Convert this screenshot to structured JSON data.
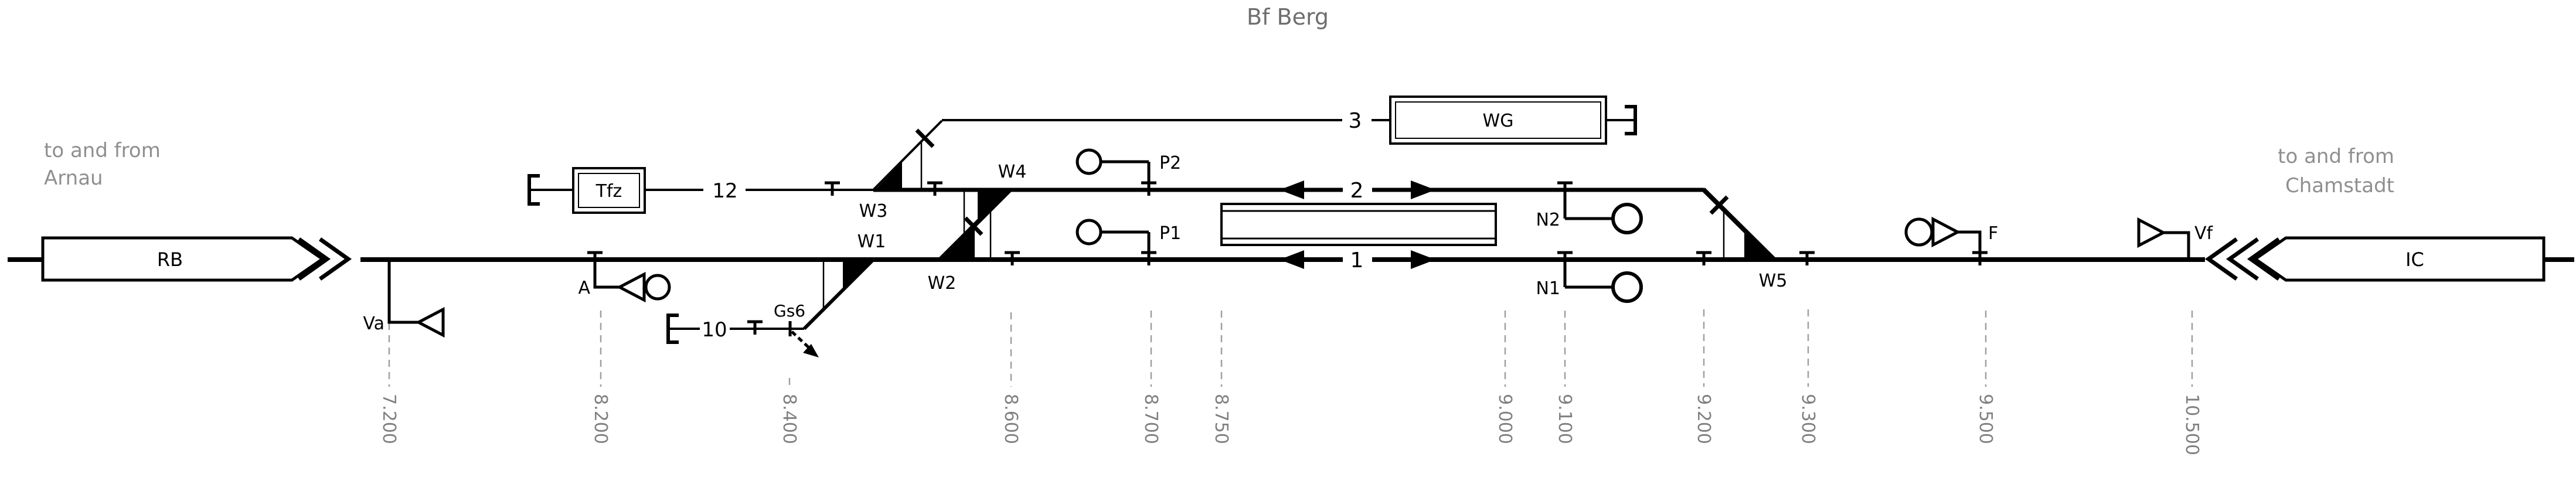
{
  "title": "Bf Berg",
  "notes": {
    "left1": "to and from",
    "left2": "Arnau",
    "right1": "to and from",
    "right2": "Chamstadt"
  },
  "trains": {
    "rb_label": "RB",
    "ic_label": "IC"
  },
  "facilities": {
    "tfz_label": "Tfz",
    "wg_label": "WG"
  },
  "track_labels": {
    "t1": "1",
    "t2": "2",
    "t3": "3",
    "t10": "10",
    "t12": "12"
  },
  "switch_labels": {
    "w1": "W1",
    "w2": "W2",
    "w3": "W3",
    "w4": "W4",
    "w5": "W5"
  },
  "signal_labels": {
    "a": "A",
    "va": "Va",
    "vf": "Vf",
    "f": "F",
    "p1": "P1",
    "p2": "P2",
    "n1": "N1",
    "n2": "N2",
    "gs6": "Gs6"
  },
  "km_markers": [
    {
      "value": "7.200"
    },
    {
      "value": "8.200"
    },
    {
      "value": "8.400"
    },
    {
      "value": "8.600"
    },
    {
      "value": "8.700"
    },
    {
      "value": "8.750"
    },
    {
      "value": "9.000"
    },
    {
      "value": "9.100"
    },
    {
      "value": "9.200"
    },
    {
      "value": "9.300"
    },
    {
      "value": "9.500"
    },
    {
      "value": "10.500"
    }
  ]
}
